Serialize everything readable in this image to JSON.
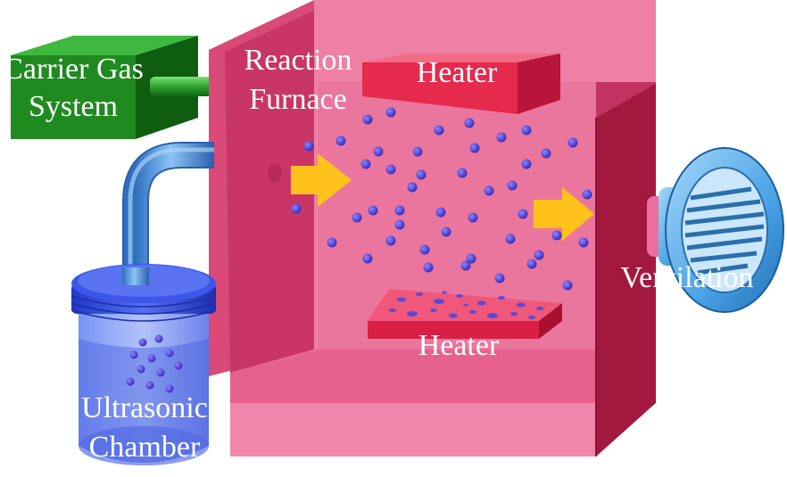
{
  "labels": {
    "carrier_line1": "Carrier Gas",
    "carrier_line2": "System",
    "furnace_line1": "Reaction",
    "furnace_line2": "Furnace",
    "heater_top": "Heater",
    "heater_bottom": "Heater",
    "ventilation": "Ventilation",
    "chamber_line1": "Ultrasonic",
    "chamber_line2": "Chamber"
  },
  "colors": {
    "furnace_front": "#ec6f97",
    "furnace_dark": "#a3183f",
    "heater": "#e52a4e",
    "carrier_box": "#1f8a1f",
    "pipe": "#4f8fd6",
    "chamber": "#3d55e8",
    "particle": "#4a3fd0",
    "arrow": "#ffc21a",
    "fan": "#4aa3e6"
  }
}
